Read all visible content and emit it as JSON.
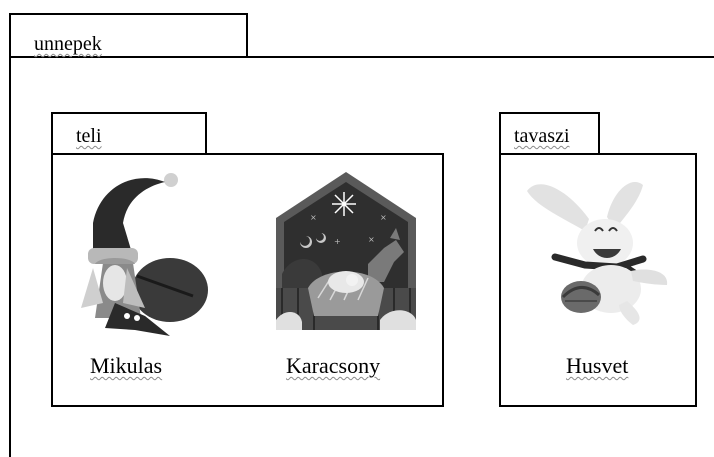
{
  "outer_package": {
    "name": "unnepek"
  },
  "packages": [
    {
      "name": "teli",
      "items": [
        "Mikulas",
        "Karacsony"
      ]
    },
    {
      "name": "tavaszi",
      "items": [
        "Husvet"
      ]
    }
  ],
  "icons": {
    "mikulas": "santa-claus-icon",
    "karacsony": "nativity-scene-icon",
    "husvet": "easter-bunny-icon"
  }
}
